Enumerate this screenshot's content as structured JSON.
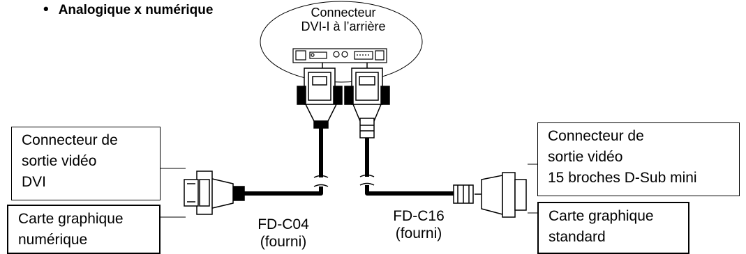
{
  "heading": {
    "bullet": "•",
    "text": "Analogique x numérique"
  },
  "monitor_callout": {
    "line1": "Connecteur",
    "line2": "DVI-I à l’arrière"
  },
  "left_output_box": {
    "line1": "Connecteur de",
    "line2": "sortie vidéo",
    "line3": "DVI"
  },
  "left_card_box": {
    "line1": "Carte graphique",
    "line2": "numérique"
  },
  "right_output_box": {
    "line1": "Connecteur de",
    "line2": "sortie vidéo",
    "line3": "15 broches D-Sub mini"
  },
  "right_card_box": {
    "line1": "Carte graphique",
    "line2": "standard"
  },
  "cable_left": {
    "name": "FD-C04",
    "note": "(fourni)"
  },
  "cable_right": {
    "name": "FD-C16",
    "note": "(fourni)"
  }
}
